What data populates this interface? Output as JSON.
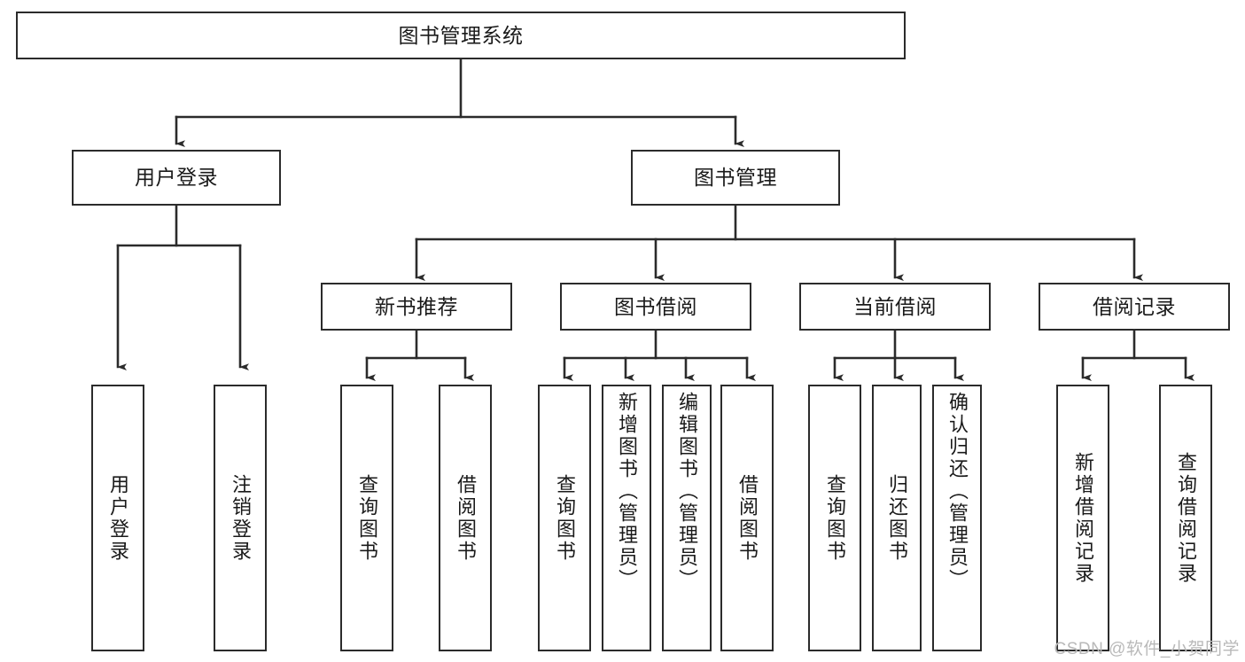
{
  "diagram": {
    "title": "图书管理系统",
    "watermark": "CSDN @软件_小贺同学",
    "line_color": "#2b2b2b",
    "box_fill": "#ffffff",
    "text_color": "#1a1a1a",
    "watermark_color": "#b9b9b9",
    "levels": {
      "level1": [
        {
          "id": "root",
          "label": "图书管理系统"
        }
      ],
      "level2": [
        {
          "id": "user-login",
          "label": "用户登录"
        },
        {
          "id": "book-management",
          "label": "图书管理"
        }
      ],
      "level3": [
        {
          "id": "new-book-recommend",
          "label": "新书推荐",
          "parent": "book-management"
        },
        {
          "id": "book-borrow",
          "label": "图书借阅",
          "parent": "book-management"
        },
        {
          "id": "current-borrow",
          "label": "当前借阅",
          "parent": "book-management"
        },
        {
          "id": "borrow-record",
          "label": "借阅记录",
          "parent": "book-management"
        }
      ],
      "level4": [
        {
          "id": "leaf-user-login",
          "label": "用户登录",
          "parent": "user-login"
        },
        {
          "id": "leaf-logout",
          "label": "注销登录",
          "parent": "user-login"
        },
        {
          "id": "leaf-query-book-1",
          "label": "查询图书",
          "parent": "new-book-recommend"
        },
        {
          "id": "leaf-borrow-book-1",
          "label": "借阅图书",
          "parent": "new-book-recommend"
        },
        {
          "id": "leaf-query-book-2",
          "label": "查询图书",
          "parent": "book-borrow"
        },
        {
          "id": "leaf-add-book",
          "label": "新增图书（管理员）",
          "parent": "book-borrow"
        },
        {
          "id": "leaf-edit-book",
          "label": "编辑图书（管理员）",
          "parent": "book-borrow"
        },
        {
          "id": "leaf-borrow-book-2",
          "label": "借阅图书",
          "parent": "book-borrow"
        },
        {
          "id": "leaf-query-book-3",
          "label": "查询图书",
          "parent": "current-borrow"
        },
        {
          "id": "leaf-return-book",
          "label": "归还图书",
          "parent": "current-borrow"
        },
        {
          "id": "leaf-confirm-return",
          "label": "确认归还（管理员）",
          "parent": "current-borrow"
        },
        {
          "id": "leaf-add-record",
          "label": "新增借阅记录",
          "parent": "borrow-record"
        },
        {
          "id": "leaf-query-record",
          "label": "查询借阅记录",
          "parent": "borrow-record"
        }
      ]
    }
  }
}
